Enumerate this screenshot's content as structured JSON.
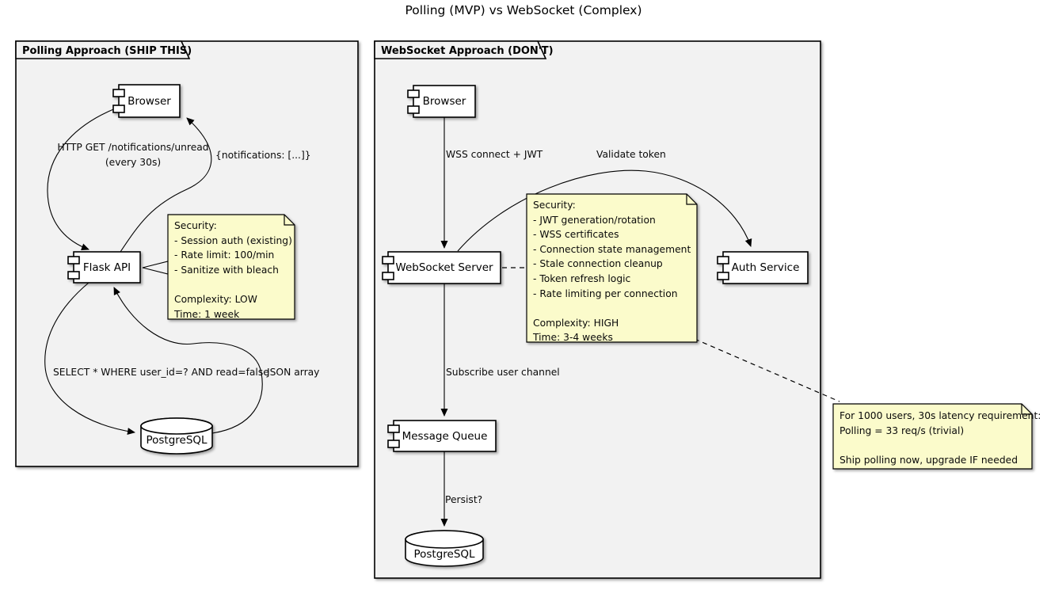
{
  "title": "Polling (MVP) vs WebSocket (Complex)",
  "colors": {
    "frame_bg": "#F2F2F2",
    "box_bg": "#FFFFFF",
    "note_bg": "#FBFBCB",
    "border": "#000000"
  },
  "frames": {
    "polling": {
      "label": "Polling Approach (SHIP THIS)"
    },
    "websocket": {
      "label": "WebSocket Approach (DON'T)"
    }
  },
  "components": {
    "polling_browser": "Browser",
    "flask_api": "Flask API",
    "polling_db": "PostgreSQL",
    "ws_browser": "Browser",
    "ws_server": "WebSocket Server",
    "auth_service": "Auth Service",
    "message_queue": "Message Queue",
    "ws_db": "PostgreSQL"
  },
  "edges": {
    "http_get_line1": "HTTP GET /notifications/unread",
    "http_get_line2": "(every 30s)",
    "notifications_response": "{notifications: [...]}",
    "select_query": "SELECT * WHERE user_id=? AND read=false",
    "json_array": "JSON array",
    "wss_connect": "WSS connect + JWT",
    "validate_token": "Validate token",
    "subscribe": "Subscribe user channel",
    "persist": "Persist?"
  },
  "notes": {
    "polling": {
      "lines": [
        "Security:",
        "- Session auth (existing)",
        "- Rate limit: 100/min",
        "- Sanitize with bleach",
        "",
        "Complexity: LOW",
        "Time: 1 week"
      ]
    },
    "websocket": {
      "lines": [
        "Security:",
        "- JWT generation/rotation",
        "- WSS certificates",
        "- Connection state management",
        "- Stale connection cleanup",
        "- Token refresh logic",
        "- Rate limiting per connection",
        "",
        "Complexity: HIGH",
        "Time: 3-4 weeks"
      ]
    },
    "conclusion": {
      "lines": [
        "For 1000 users, 30s latency requirement:",
        "Polling = 33 req/s (trivial)",
        "",
        "Ship polling now, upgrade IF needed"
      ]
    }
  }
}
